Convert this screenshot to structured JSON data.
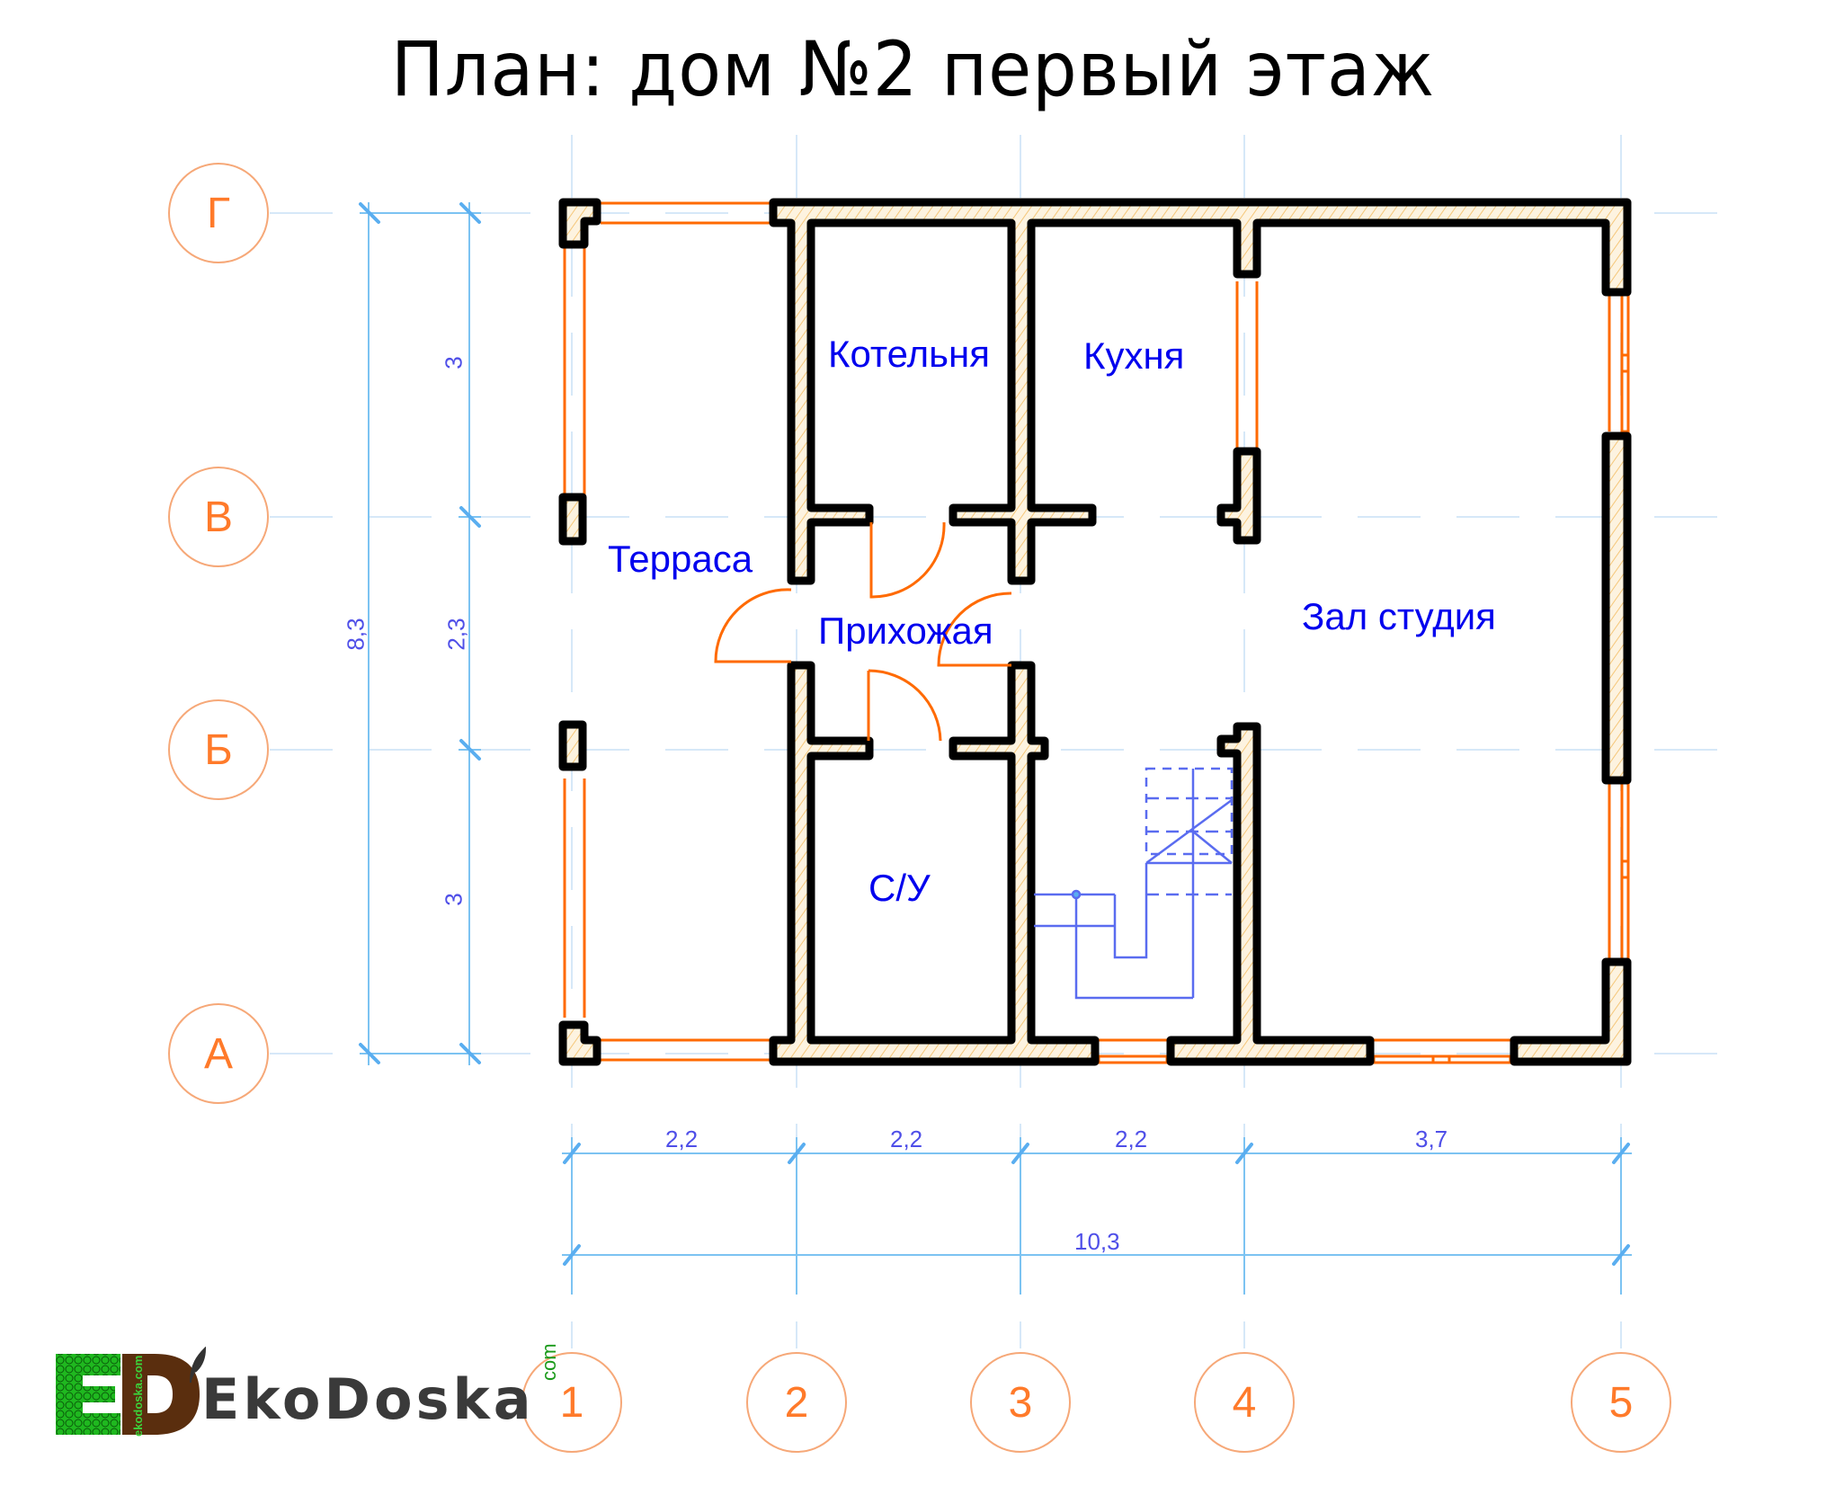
{
  "title": "План: дом №2 первый этаж",
  "colors": {
    "wall_outline": "#000000",
    "wall_fill": "#fdf3e0",
    "wall_hatch": "#f5c77a",
    "opening": "#ff6a00",
    "grid_line": "#cfe3f7",
    "dimension_line": "#7cc3f2",
    "dimension_text": "#4f4fe8",
    "axis_marker": "#ff7a2a",
    "room_label": "#0000ee",
    "stairs": "#5a6cf0"
  },
  "rooms": [
    {
      "id": "terrace",
      "label": "Терраса"
    },
    {
      "id": "boiler",
      "label": "Котельня"
    },
    {
      "id": "kitchen",
      "label": "Кухня"
    },
    {
      "id": "hall",
      "label": "Прихожая"
    },
    {
      "id": "studio",
      "label": "Зал студия"
    },
    {
      "id": "bathroom",
      "label": "С/У"
    }
  ],
  "axes": {
    "horizontal": [
      {
        "id": "G",
        "label": "Г"
      },
      {
        "id": "V",
        "label": "В"
      },
      {
        "id": "B",
        "label": "Б"
      },
      {
        "id": "A",
        "label": "А"
      }
    ],
    "vertical": [
      {
        "id": "1",
        "label": "1"
      },
      {
        "id": "2",
        "label": "2"
      },
      {
        "id": "3",
        "label": "3"
      },
      {
        "id": "4",
        "label": "4"
      },
      {
        "id": "5",
        "label": "5"
      }
    ]
  },
  "dimensions": {
    "vertical_segments": [
      "3",
      "2,3",
      "3"
    ],
    "vertical_total": "8,3",
    "horizontal_segments": [
      "2,2",
      "2,2",
      "2,2",
      "3,7"
    ],
    "horizontal_total": "10,3"
  },
  "logo": {
    "word": "EkoDoska",
    "suffix": "com",
    "side_text": "ekodoska.com",
    "mark": "ED"
  }
}
